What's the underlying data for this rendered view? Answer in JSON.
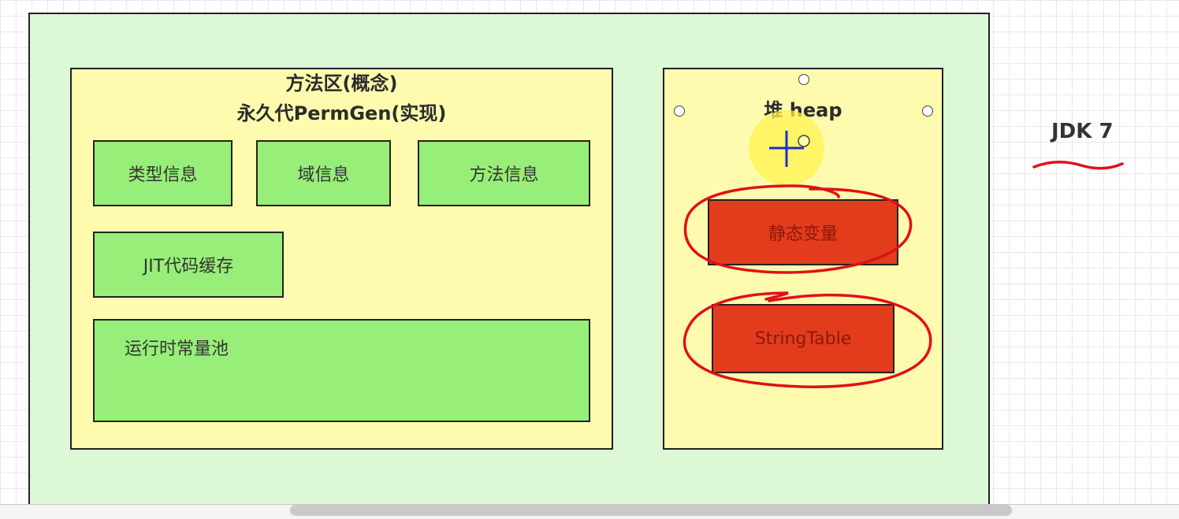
{
  "method_area": {
    "title_line1": "方法区(概念)",
    "title_line2": "永久代PermGen(实现)",
    "items": {
      "type_info": "类型信息",
      "field_info": "域信息",
      "method_info": "方法信息",
      "jit_cache": "JIT代码缓存",
      "runtime_constant_pool": "运行时常量池"
    }
  },
  "heap": {
    "title": "堆 heap",
    "items": {
      "static_vars": "静态变量",
      "string_table": "StringTable"
    }
  },
  "side_label": "JDK 7",
  "colors": {
    "outer_fill": "#dcf8d4",
    "panel_fill": "#fffbae",
    "green_box": "#97ee78",
    "red_box": "#e23c1d",
    "annotation_red": "#e0101a",
    "cursor_highlight": "#fff34d",
    "cursor_cross": "#1a2fd1"
  }
}
